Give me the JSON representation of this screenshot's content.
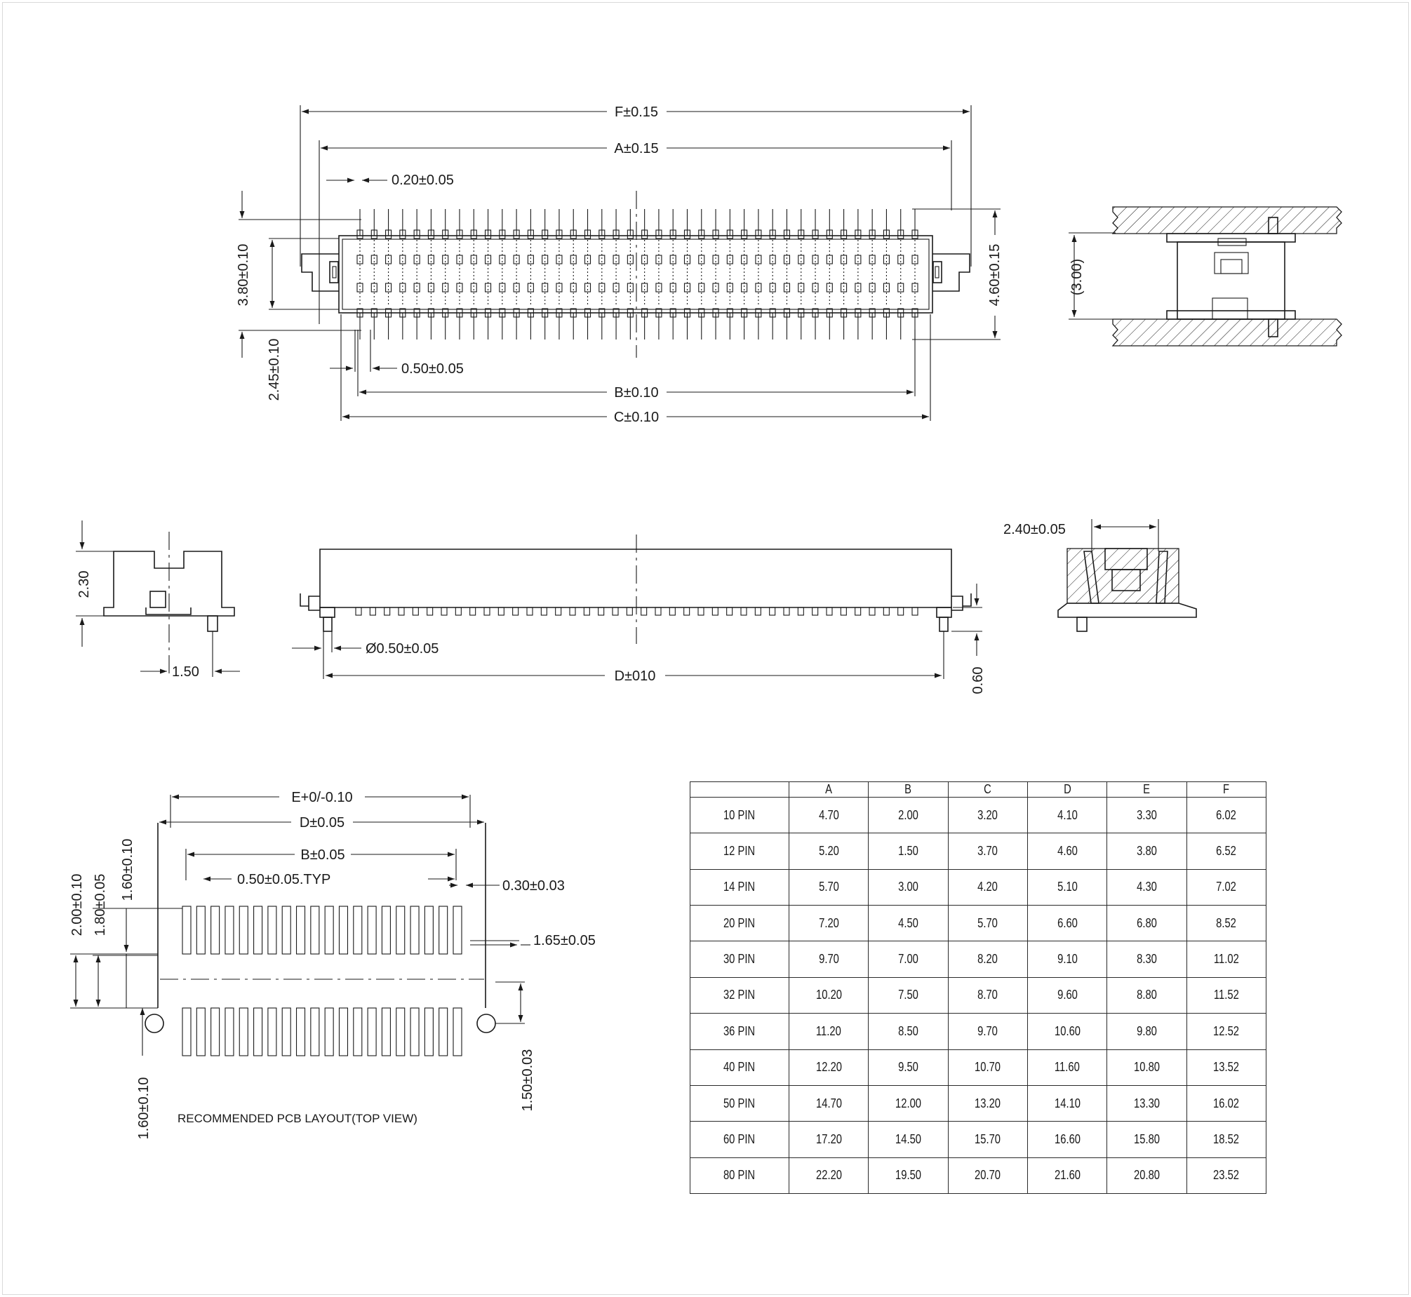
{
  "drawing": {
    "top_view": {
      "dims": {
        "F": "F±0.15",
        "A": "A±0.15",
        "pin_width": "0.20±0.05",
        "height_380": "3.80±0.10",
        "height_460": "4.60±0.15",
        "height_245": "2.45±0.10",
        "pitch": "0.50±0.05",
        "B": "B±0.10",
        "C": "C±0.10"
      },
      "pins_per_row": 40
    },
    "mated_section": {
      "dims": {
        "height": "(3.00)"
      }
    },
    "end_view": {
      "dims": {
        "height": "2.30",
        "offset": "1.50"
      }
    },
    "side_view": {
      "dims": {
        "post_dia": "Ø0.50±0.05",
        "D": "D±010",
        "post_len": "0.60"
      }
    },
    "section_view": {
      "dims": {
        "width": "2.40±0.05"
      }
    },
    "pcb_layout": {
      "dims": {
        "E": "E+0/-0.10",
        "D": "D±0.05",
        "B": "B±0.05",
        "pitch": "0.50±0.05.TYP",
        "pad_w": "0.30±0.03",
        "edge": "1.65±0.05",
        "h200": "2.00±0.10",
        "h180": "1.80±0.05",
        "h160_top": "1.60±0.10",
        "h160_bot": "1.60±0.10",
        "h150": "1.50±0.03"
      },
      "note": "RECOMMENDED PCB LAYOUT(TOP VIEW)",
      "pads_per_row": 20
    }
  },
  "table": {
    "headers": [
      "",
      "A",
      "B",
      "C",
      "D",
      "E",
      "F"
    ],
    "rows": [
      [
        "10 PIN",
        "4.70",
        "2.00",
        "3.20",
        "4.10",
        "3.30",
        "6.02"
      ],
      [
        "12 PIN",
        "5.20",
        "1.50",
        "3.70",
        "4.60",
        "3.80",
        "6.52"
      ],
      [
        "14 PIN",
        "5.70",
        "3.00",
        "4.20",
        "5.10",
        "4.30",
        "7.02"
      ],
      [
        "20 PIN",
        "7.20",
        "4.50",
        "5.70",
        "6.60",
        "6.80",
        "8.52"
      ],
      [
        "30 PIN",
        "9.70",
        "7.00",
        "8.20",
        "9.10",
        "8.30",
        "11.02"
      ],
      [
        "32 PIN",
        "10.20",
        "7.50",
        "8.70",
        "9.60",
        "8.80",
        "11.52"
      ],
      [
        "36 PIN",
        "11.20",
        "8.50",
        "9.70",
        "10.60",
        "9.80",
        "12.52"
      ],
      [
        "40 PIN",
        "12.20",
        "9.50",
        "10.70",
        "11.60",
        "10.80",
        "13.52"
      ],
      [
        "50 PIN",
        "14.70",
        "12.00",
        "13.20",
        "14.10",
        "13.30",
        "16.02"
      ],
      [
        "60 PIN",
        "17.20",
        "14.50",
        "15.70",
        "16.60",
        "15.80",
        "18.52"
      ],
      [
        "80 PIN",
        "22.20",
        "19.50",
        "20.70",
        "21.60",
        "20.80",
        "23.52"
      ]
    ]
  }
}
